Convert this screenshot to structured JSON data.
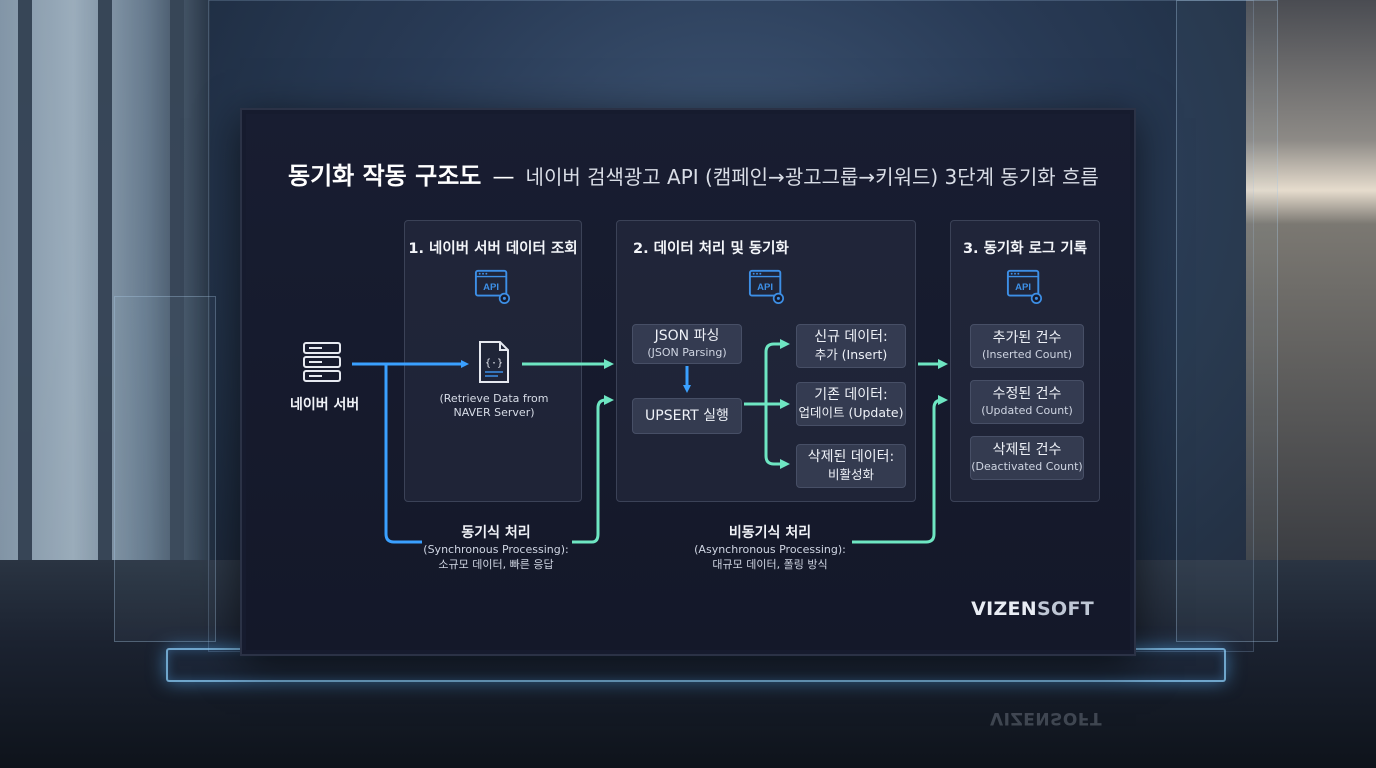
{
  "title": {
    "main": "동기화 작동 구조도",
    "dash": "—",
    "sub": "네이버 검색광고 API (캠페인→광고그룹→키워드) 3단계 동기화 흐름"
  },
  "server": {
    "label": "네이버 서버"
  },
  "stage1": {
    "title": "1. 네이버 서버 데이터 조회",
    "api_label": "API",
    "file_label": "(Retrieve Data from\nNAVER Server)"
  },
  "stage2": {
    "title": "2. 데이터 처리 및 동기화",
    "api_label": "API",
    "json_box": {
      "l1": "JSON 파싱",
      "l2": "(JSON Parsing)"
    },
    "upsert_box": {
      "l1": "UPSERT 실행"
    },
    "new_box": {
      "l1": "신규 데이터:",
      "l2": "추가 (Insert)"
    },
    "existing_box": {
      "l1": "기존 데이터:",
      "l2": "업데이트 (Update)"
    },
    "deleted_box": {
      "l1": "삭제된 데이터:",
      "l2": "비활성화"
    }
  },
  "stage3": {
    "title": "3. 동기화 로그 기록",
    "api_label": "API",
    "inserted": {
      "l1": "추가된 건수",
      "l2": "(Inserted Count)"
    },
    "updated": {
      "l1": "수정된 건수",
      "l2": "(Updated Count)"
    },
    "deactivated": {
      "l1": "삭제된 건수",
      "l2": "(Deactivated Count)"
    }
  },
  "sync_caption": {
    "c1": "동기식 처리",
    "c2": "(Synchronous Processing):",
    "c3": "소규모 데이터, 빠른 응답"
  },
  "async_caption": {
    "c1": "비동기식 처리",
    "c2": "(Asynchronous Processing):",
    "c3": "대규모 데이터, 폴링 방식"
  },
  "brand": {
    "main": "VIZEN",
    "sub": "SOFT"
  },
  "reflection_text": "VIZENSOFT",
  "colors": {
    "blue_arrow": "#3aa0ff",
    "mint_arrow": "#6ee6c2",
    "api_icon": "#3d8fe6",
    "screen_bg": "#161b2e"
  }
}
